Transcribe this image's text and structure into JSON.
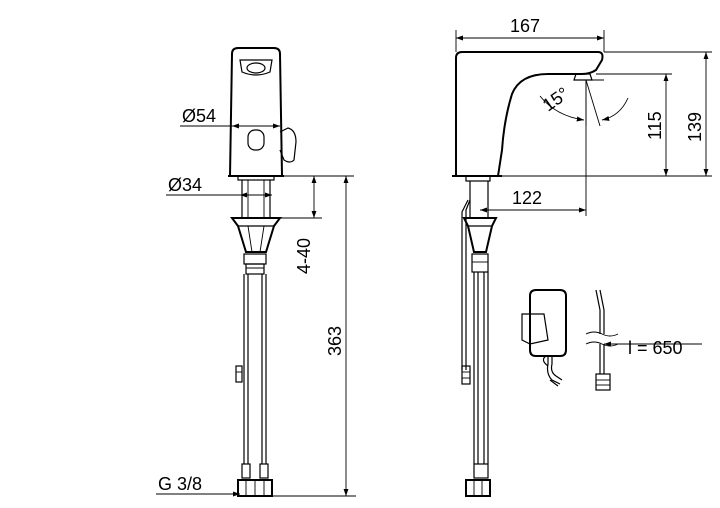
{
  "dimensions": {
    "d54": "Ø54",
    "d34": "Ø34",
    "range_4_40": "4-40",
    "h363": "363",
    "thread": "G 3/8",
    "w167": "167",
    "angle15": "15°",
    "h115": "115",
    "h139": "139",
    "reach122": "122",
    "cable650": "l = 650"
  }
}
